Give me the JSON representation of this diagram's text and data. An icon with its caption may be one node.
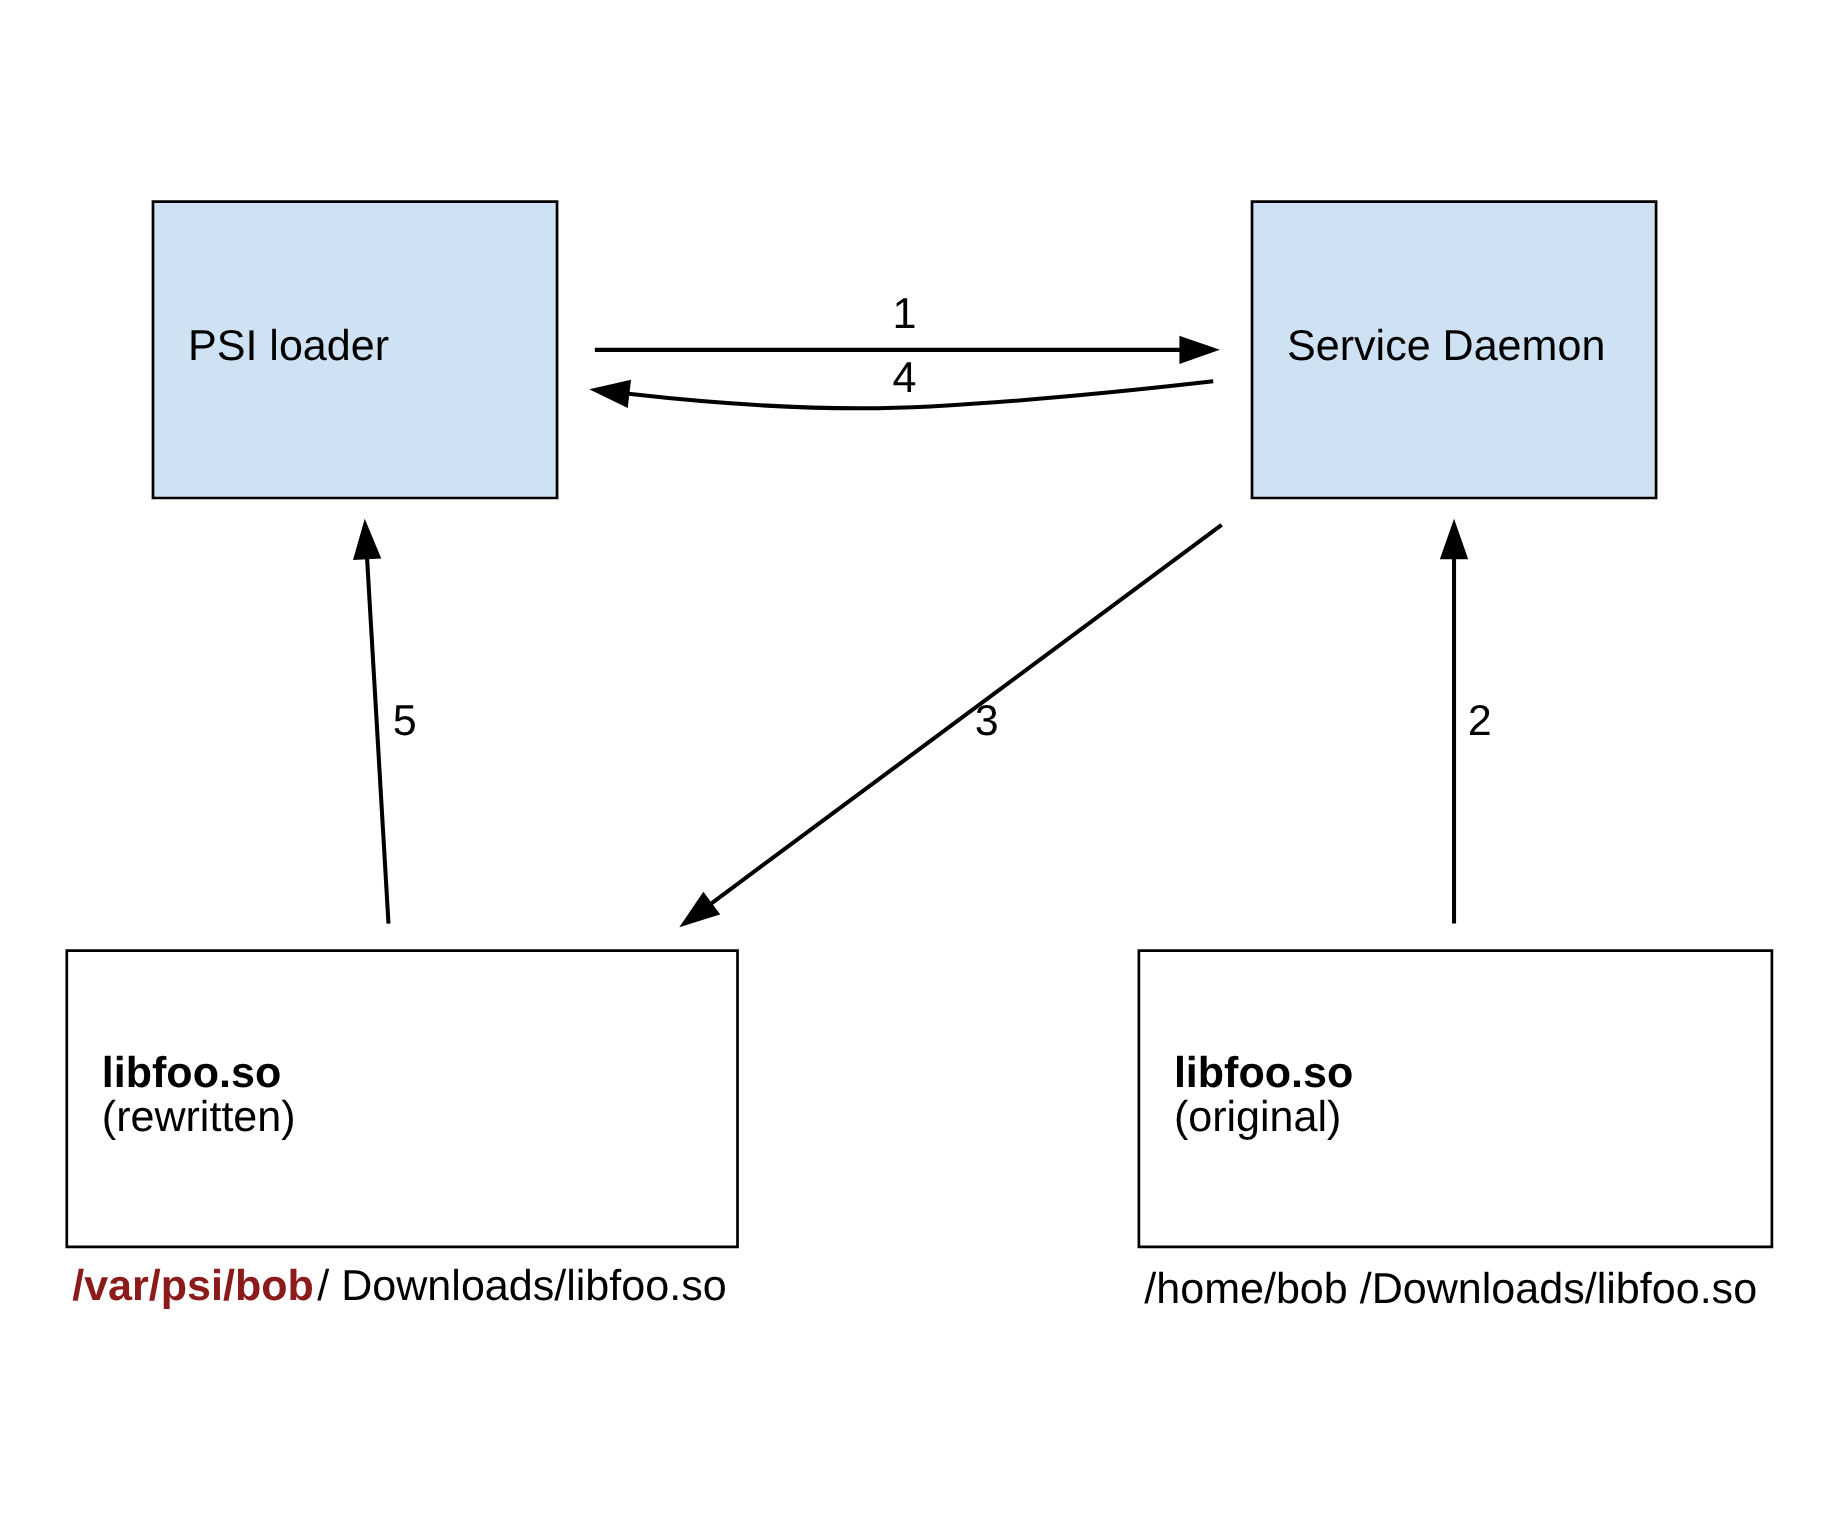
{
  "diagram": {
    "nodes": [
      {
        "text": [
          "PSI loader"
        ]
      },
      {
        "text": [
          "Service Daemon"
        ]
      },
      {
        "text": [
          "libfoo.so",
          "(rewritten)"
        ],
        "beside": [
          "**/var/psi/bob**/ Downloads/libfoo.so"
        ]
      },
      {
        "text": [
          "libfoo.so",
          "(original)"
        ],
        "beside": [
          "/home/bob /Downloads/libfoo.so"
        ]
      }
    ],
    "edges": [
      {
        "from": 0,
        "to": 1,
        "arrow": "to",
        "label": "1"
      },
      {
        "from": 1,
        "to": 0,
        "arrow": "to",
        "label": "4"
      },
      {
        "from": 1,
        "to": 2,
        "arrow": "to",
        "label": "3"
      },
      {
        "from": 3,
        "to": 1,
        "arrow": "to",
        "label": "2"
      },
      {
        "from": 2,
        "to": 0,
        "arrow": "to",
        "label": "5"
      }
    ]
  }
}
